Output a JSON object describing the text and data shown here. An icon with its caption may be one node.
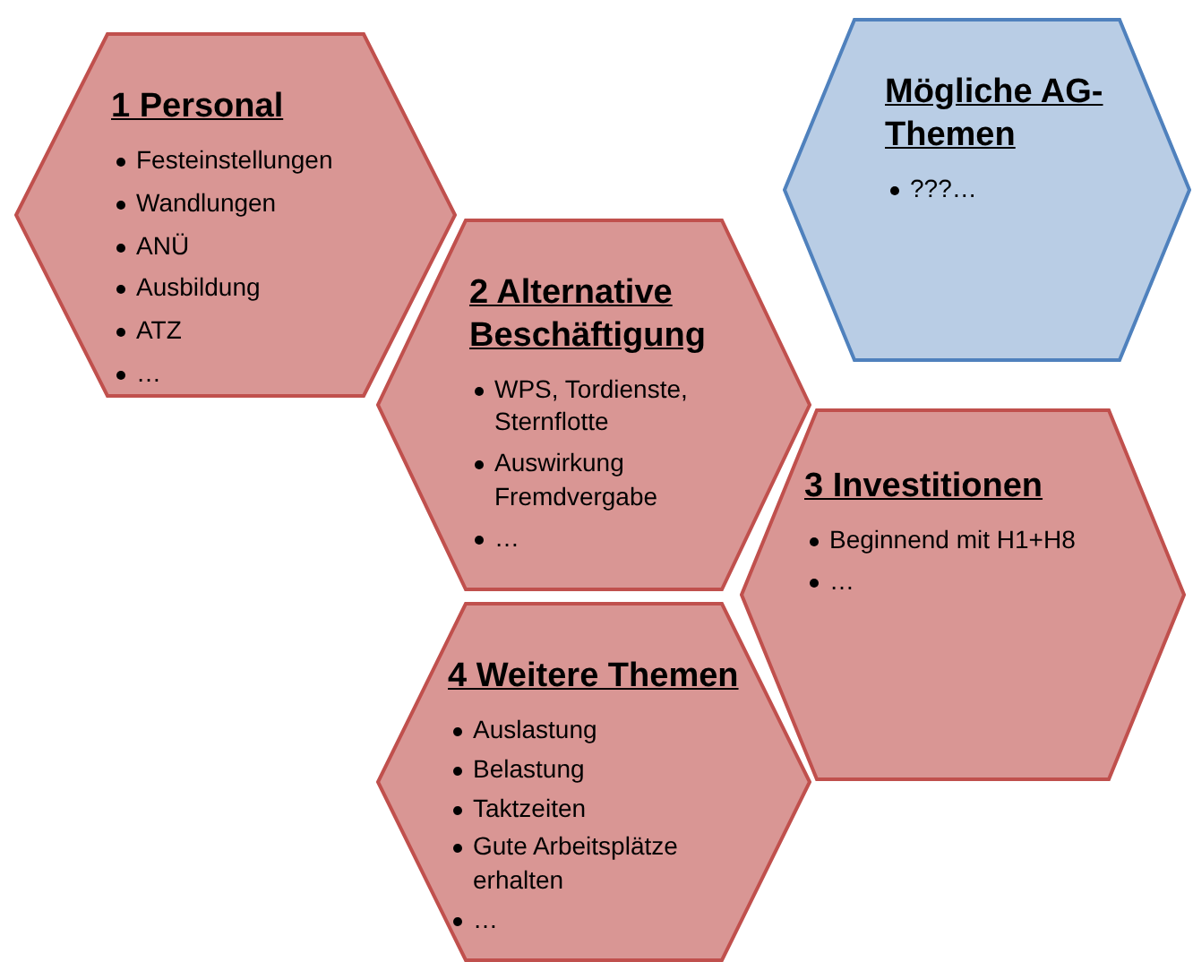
{
  "diagram": {
    "nodes": [
      {
        "text": [
          "1 Personal",
          "Festeinstellungen",
          "Wandlungen",
          "ANÜ",
          "Ausbildung",
          "ATZ",
          "…"
        ]
      },
      {
        "text": [
          "Mögliche AG-Themen",
          "???…"
        ]
      },
      {
        "text": [
          "2 Alternative Beschäftigung",
          "WPS, Tordienste, Sternflotte",
          "Auswirkung Fremdvergabe",
          "…"
        ]
      },
      {
        "text": [
          "3 Investitionen",
          "Beginnend mit H1+H8",
          "…"
        ]
      },
      {
        "text": [
          "4 Weitere Themen",
          "Auslastung",
          "Belastung",
          "Taktzeiten",
          "Gute Arbeitsplätze erhalten",
          "…"
        ]
      }
    ]
  }
}
